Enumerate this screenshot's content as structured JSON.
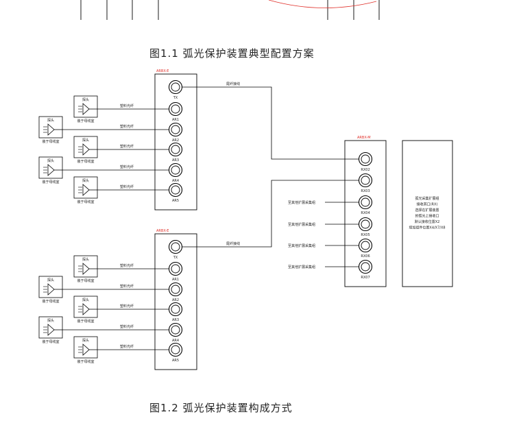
{
  "captions": {
    "fig1": "图1.1 弧光保护装置典型配置方案",
    "fig2": "图1.2 弧光保护装置构成方式"
  },
  "colors": {
    "line": "#000000",
    "red": "#e0302a",
    "text": "#222222"
  },
  "diagram": {
    "units": [
      {
        "title": "ARBX-E",
        "ports": [
          "TX",
          "AR1",
          "AR2",
          "AR3",
          "AR4",
          "AR5"
        ],
        "fiber_label": "塑料光纤",
        "sensor_label": "探头",
        "sensor_note": "装于母线室",
        "link_label": "尾纤接线"
      },
      {
        "title": "ARBX-E",
        "ports": [
          "TX",
          "AR1",
          "AR2",
          "AR3",
          "AR4",
          "AR5"
        ],
        "fiber_label": "塑料光纤",
        "sensor_label": "探头",
        "sensor_note": "装于母线室",
        "link_label": "尾纤接线"
      }
    ],
    "main_unit": {
      "title": "ARBX-M",
      "ports": [
        "RX02",
        "RX03",
        "RX04",
        "RX05",
        "RX06",
        "RX07"
      ],
      "ext_label": "至其他扩展采集组"
    },
    "note_lines": [
      "弧光采集扩展组",
      "接收其口(RX)",
      "选择在扩展装置",
      "的弧光上接收口",
      "默认接收位置X2",
      "增加组件位置X4/X7/X8"
    ]
  }
}
